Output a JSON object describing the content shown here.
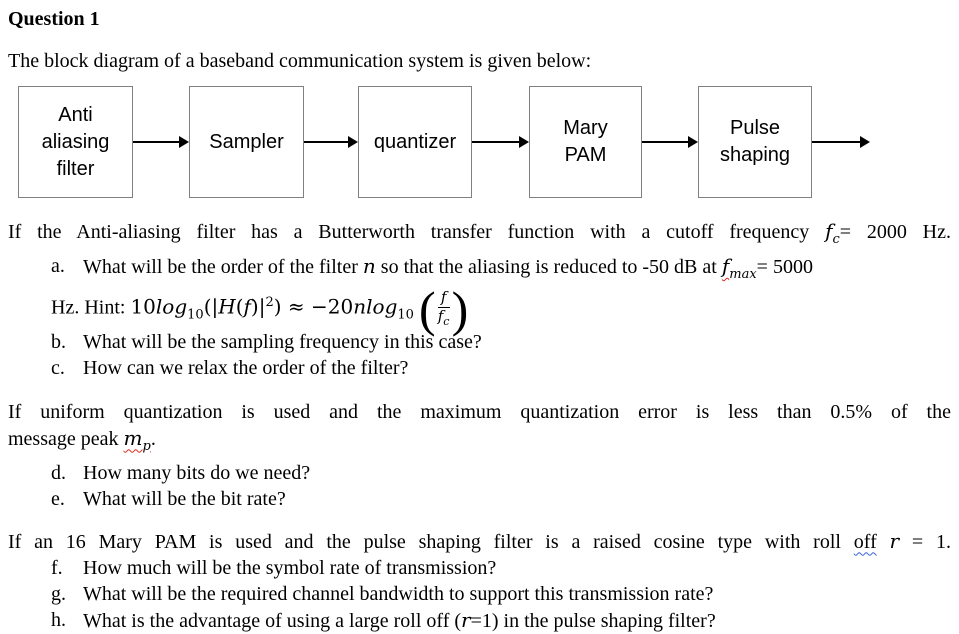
{
  "title": "Question 1",
  "intro": "The block diagram of a baseband communication system is given below:",
  "diagram": {
    "blocks": [
      {
        "lines": [
          "Anti",
          "aliasing",
          "filter"
        ]
      },
      {
        "lines": [
          "Sampler"
        ]
      },
      {
        "lines": [
          "quantizer"
        ]
      },
      {
        "lines": [
          "Mary",
          "PAM"
        ]
      },
      {
        "lines": [
          "Pulse",
          "shaping"
        ]
      }
    ]
  },
  "sec1": {
    "intro_pre": "If the Anti-aliasing filter has a Butterworth transfer function with a cutoff frequency ",
    "fc_f": "f",
    "fc_sub": "c",
    "intro_post": "= 2000 Hz.",
    "a_label": "a.",
    "a_pre": "What will be the order of the filter ",
    "a_n": "n",
    "a_mid": " so that the aliasing is reduced to -50 dB at ",
    "a_f": "f",
    "a_fsub": "max",
    "a_post": "= 5000",
    "hint": {
      "lead": "Hz. Hint: ",
      "n10": "10",
      "log1": "log",
      "sub1": "10",
      "p_open": "(|",
      "H": "H",
      "p2": "(",
      "f1": "f",
      "p3": ")|",
      "sup2": "2",
      "p_close": ")",
      "approx": " ≈ ",
      "neg20": "−20",
      "n": "n",
      "log2": "log",
      "sub2": "10",
      "lparen": "(",
      "rparen": ")",
      "num_f": "f",
      "den_f": "f",
      "den_sub": "c"
    },
    "b_label": "b.",
    "b_text": "What will be the sampling frequency in this case?",
    "c_label": "c.",
    "c_text": "How can we relax the order of the filter?"
  },
  "sec2": {
    "line1": "If uniform quantization is used and the maximum quantization error is less than 0.5% of the",
    "line2_pre": "message peak ",
    "mp_m": "m",
    "mp_sub": "p",
    "line2_post": ".",
    "d_label": "d.",
    "d_text": "How many bits do we need?",
    "e_label": "e.",
    "e_text": "What will be the bit rate?"
  },
  "sec3": {
    "intro_pre": "If an 16 Mary PAM is used and the pulse shaping filter is a raised cosine type with roll ",
    "off": "off",
    "gap": " ",
    "r": "r",
    "intro_post": " = 1.",
    "f_label": "f.",
    "f_text": "How much will be the symbol rate of transmission?",
    "g_label": "g.",
    "g_text": "What will be the required channel bandwidth to support this transmission rate?",
    "h_label": "h.",
    "h_pre": "What is the advantage of using a large roll off (",
    "h_r": "r",
    "h_post": "=1) in the pulse shaping filter?"
  }
}
